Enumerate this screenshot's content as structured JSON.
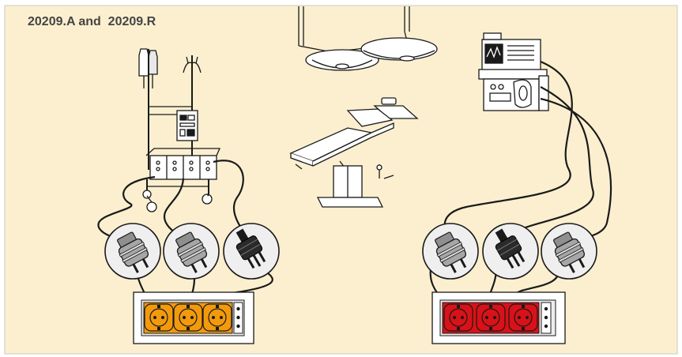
{
  "caption": "20209.A and  20209.R",
  "colors": {
    "background": "#FBEFCF",
    "frame": "#C8C8C8",
    "line": "#1A1A1A",
    "socket_orange": "#F29A0C",
    "socket_red": "#D81218",
    "plug_gray": "#9A9A9A",
    "plate_bg": "#FFFFFF",
    "plug_circle_bg": "#EFEFEF"
  },
  "icons": {
    "infusion_stand": "medical-cart-with-iv-stand-icon",
    "surgical_light": "ceiling-surgical-lamp-icon",
    "operating_table": "operating-table-icon",
    "anaesthesia_unit": "anaesthesia-monitor-unit-icon",
    "schuko_plug": "schuko-plug-icon",
    "three_pin_plug": "swiss-three-pin-plug-icon",
    "outlet_strip": "socket-outlet-strip-icon"
  },
  "left_group": {
    "sockets": 3,
    "plugs": [
      "schuko",
      "schuko",
      "three-pin"
    ]
  },
  "right_group": {
    "sockets": 3,
    "plugs": [
      "schuko",
      "three-pin",
      "schuko"
    ]
  }
}
